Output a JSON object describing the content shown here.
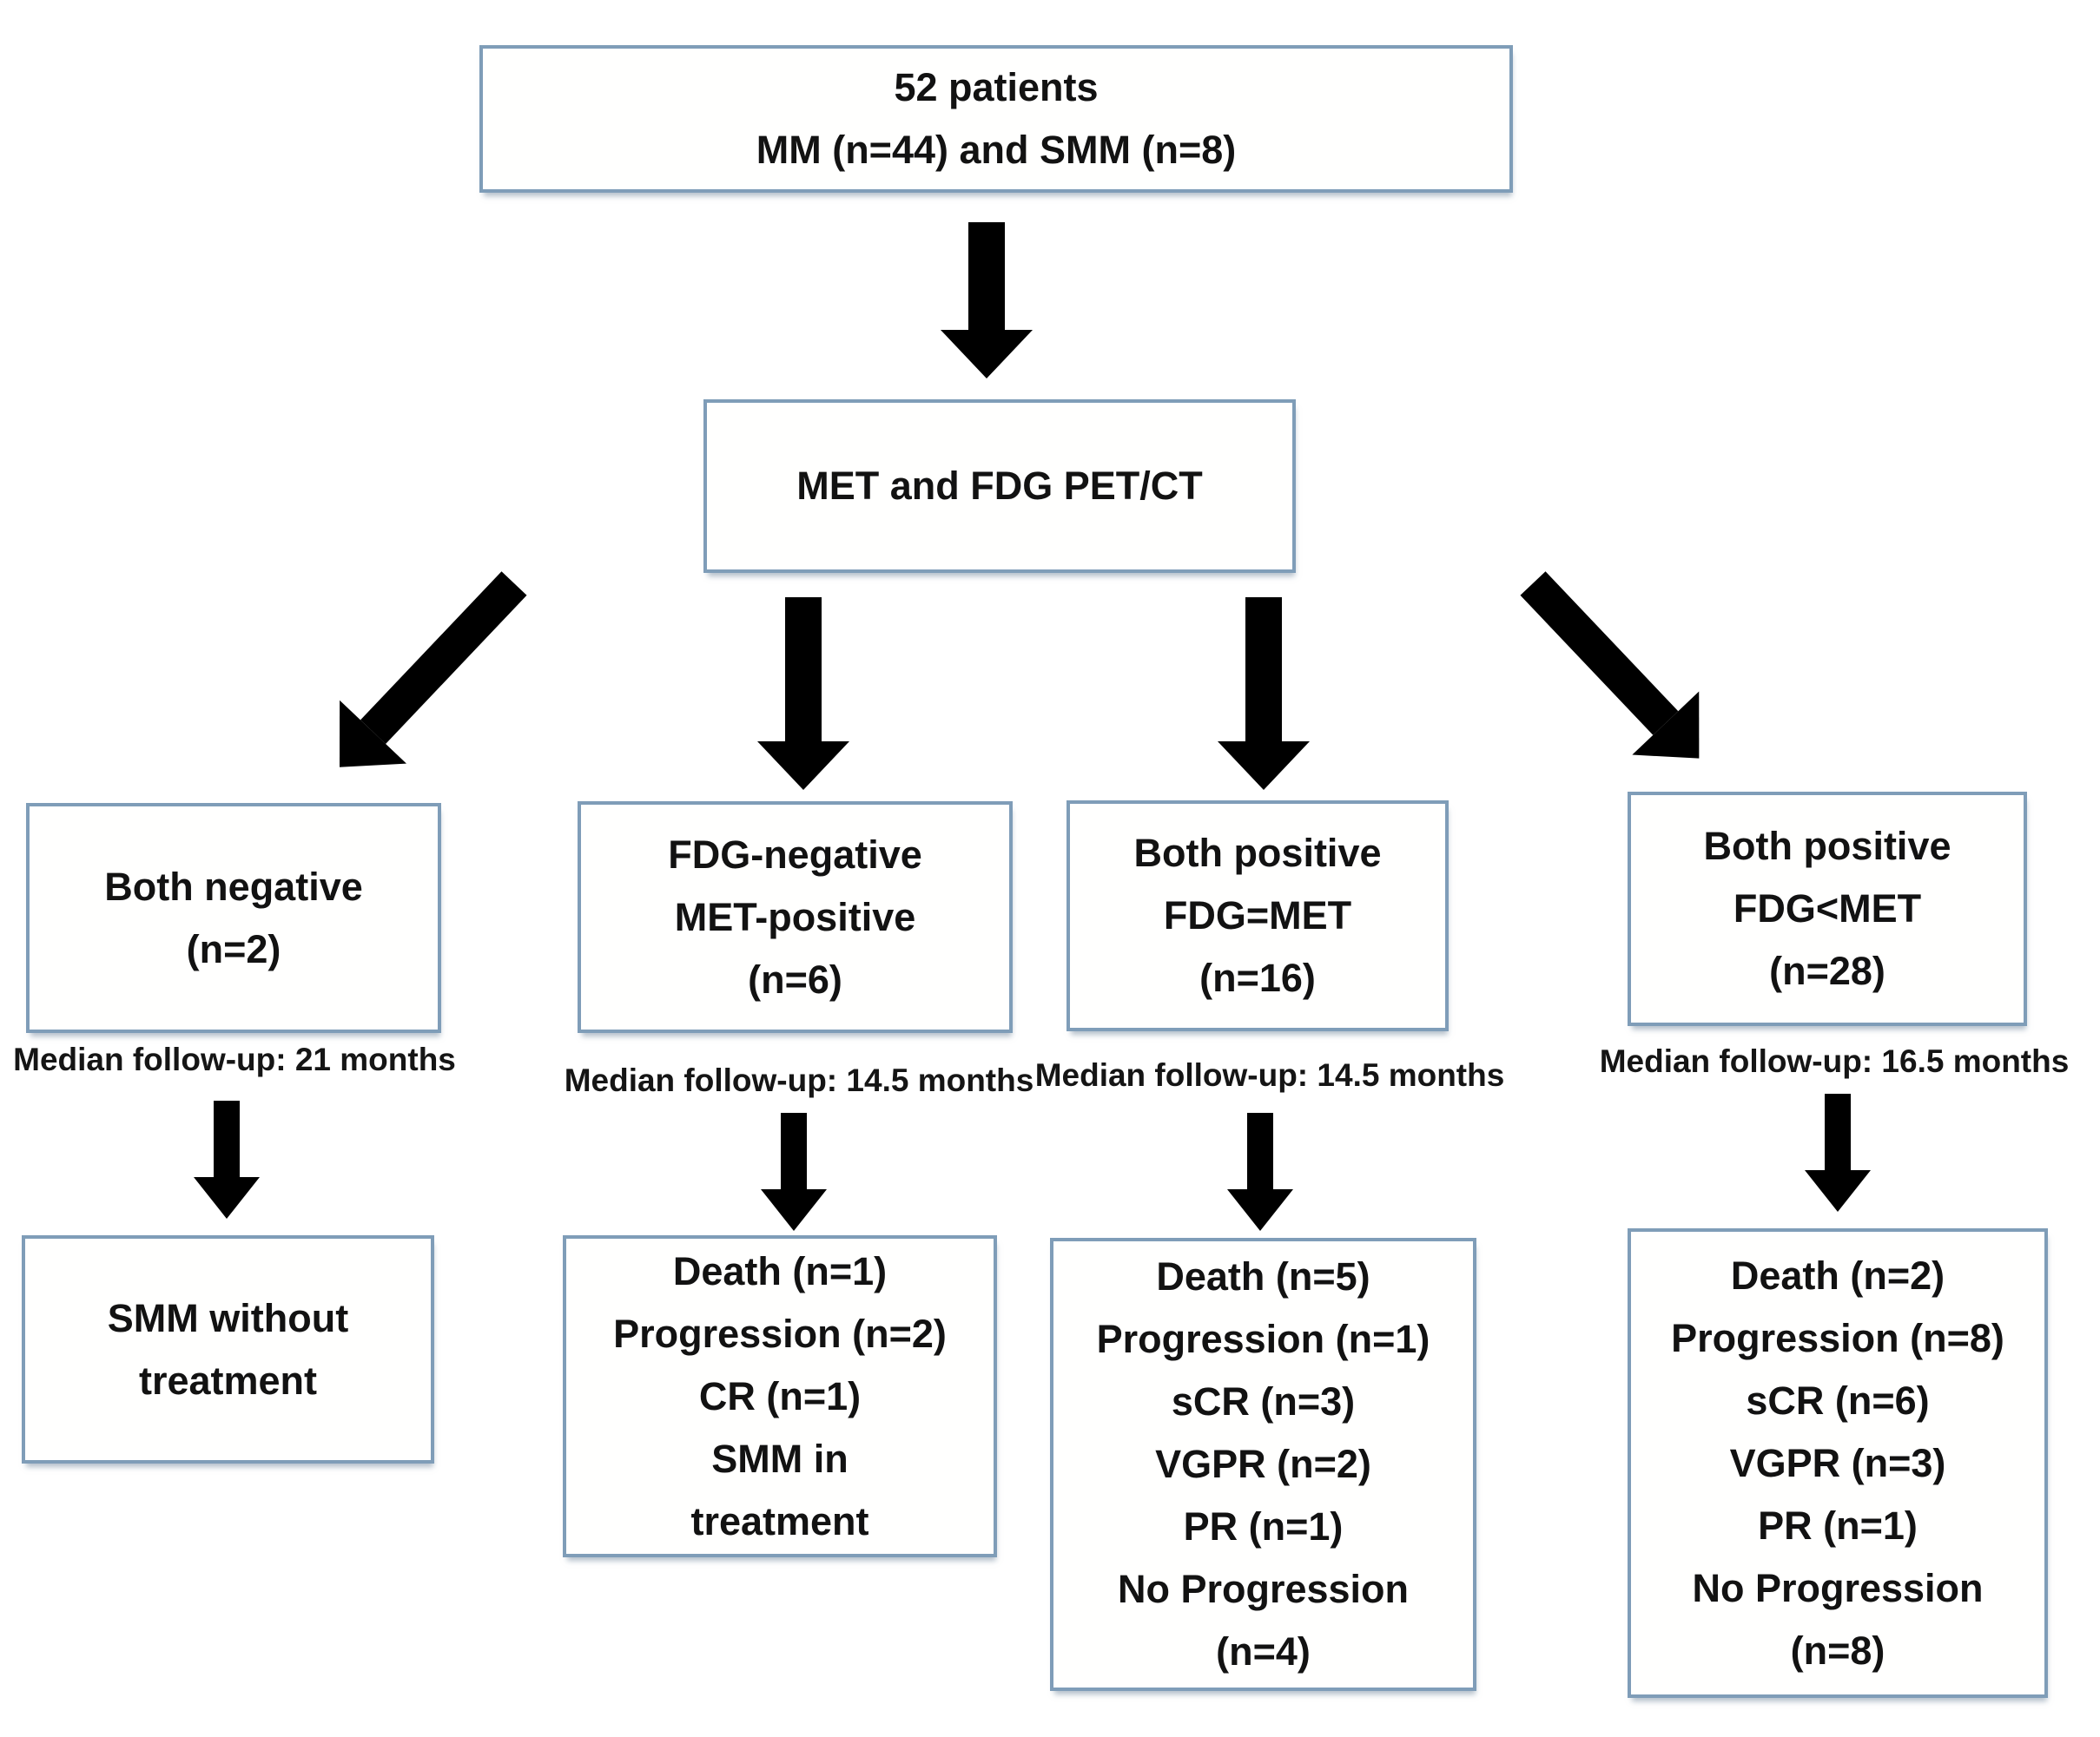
{
  "flowchart": {
    "colors": {
      "box_border": "#7f9db8",
      "arrow": "#000000",
      "text": "#121212",
      "background": "#ffffff"
    },
    "nodes": {
      "patients": {
        "lines": [
          "52 patients",
          "MM (n=44) and SMM (n=8)"
        ]
      },
      "imaging": {
        "lines": [
          "MET and FDG PET/CT"
        ]
      },
      "branch_both_negative": {
        "lines": [
          "Both negative",
          "(n=2)"
        ],
        "median_note": "Median follow-up: 21 months",
        "outcome_lines": [
          "SMM without",
          "treatment"
        ]
      },
      "branch_fdg_negative_met_positive": {
        "lines": [
          "FDG-negative",
          "MET-positive",
          "(n=6)"
        ],
        "median_note": "Median follow-up: 14.5 months",
        "outcome_lines": [
          "Death (n=1)",
          "Progression (n=2)",
          "CR (n=1)",
          "SMM in",
          "treatment"
        ]
      },
      "branch_both_positive_equal": {
        "lines": [
          "Both positive",
          "FDG=MET",
          "(n=16)"
        ],
        "median_note": "Median follow-up: 14.5 months",
        "outcome_lines": [
          "Death (n=5)",
          "Progression (n=1)",
          "sCR (n=3)",
          "VGPR (n=2)",
          "PR (n=1)",
          "No Progression",
          "(n=4)"
        ]
      },
      "branch_both_positive_less": {
        "lines": [
          "Both positive",
          "FDG<MET",
          "(n=28)"
        ],
        "median_note": "Median follow-up: 16.5 months",
        "outcome_lines": [
          "Death (n=2)",
          "Progression (n=8)",
          "sCR (n=6)",
          "VGPR (n=3)",
          "PR (n=1)",
          "No Progression",
          "(n=8)"
        ]
      }
    }
  }
}
